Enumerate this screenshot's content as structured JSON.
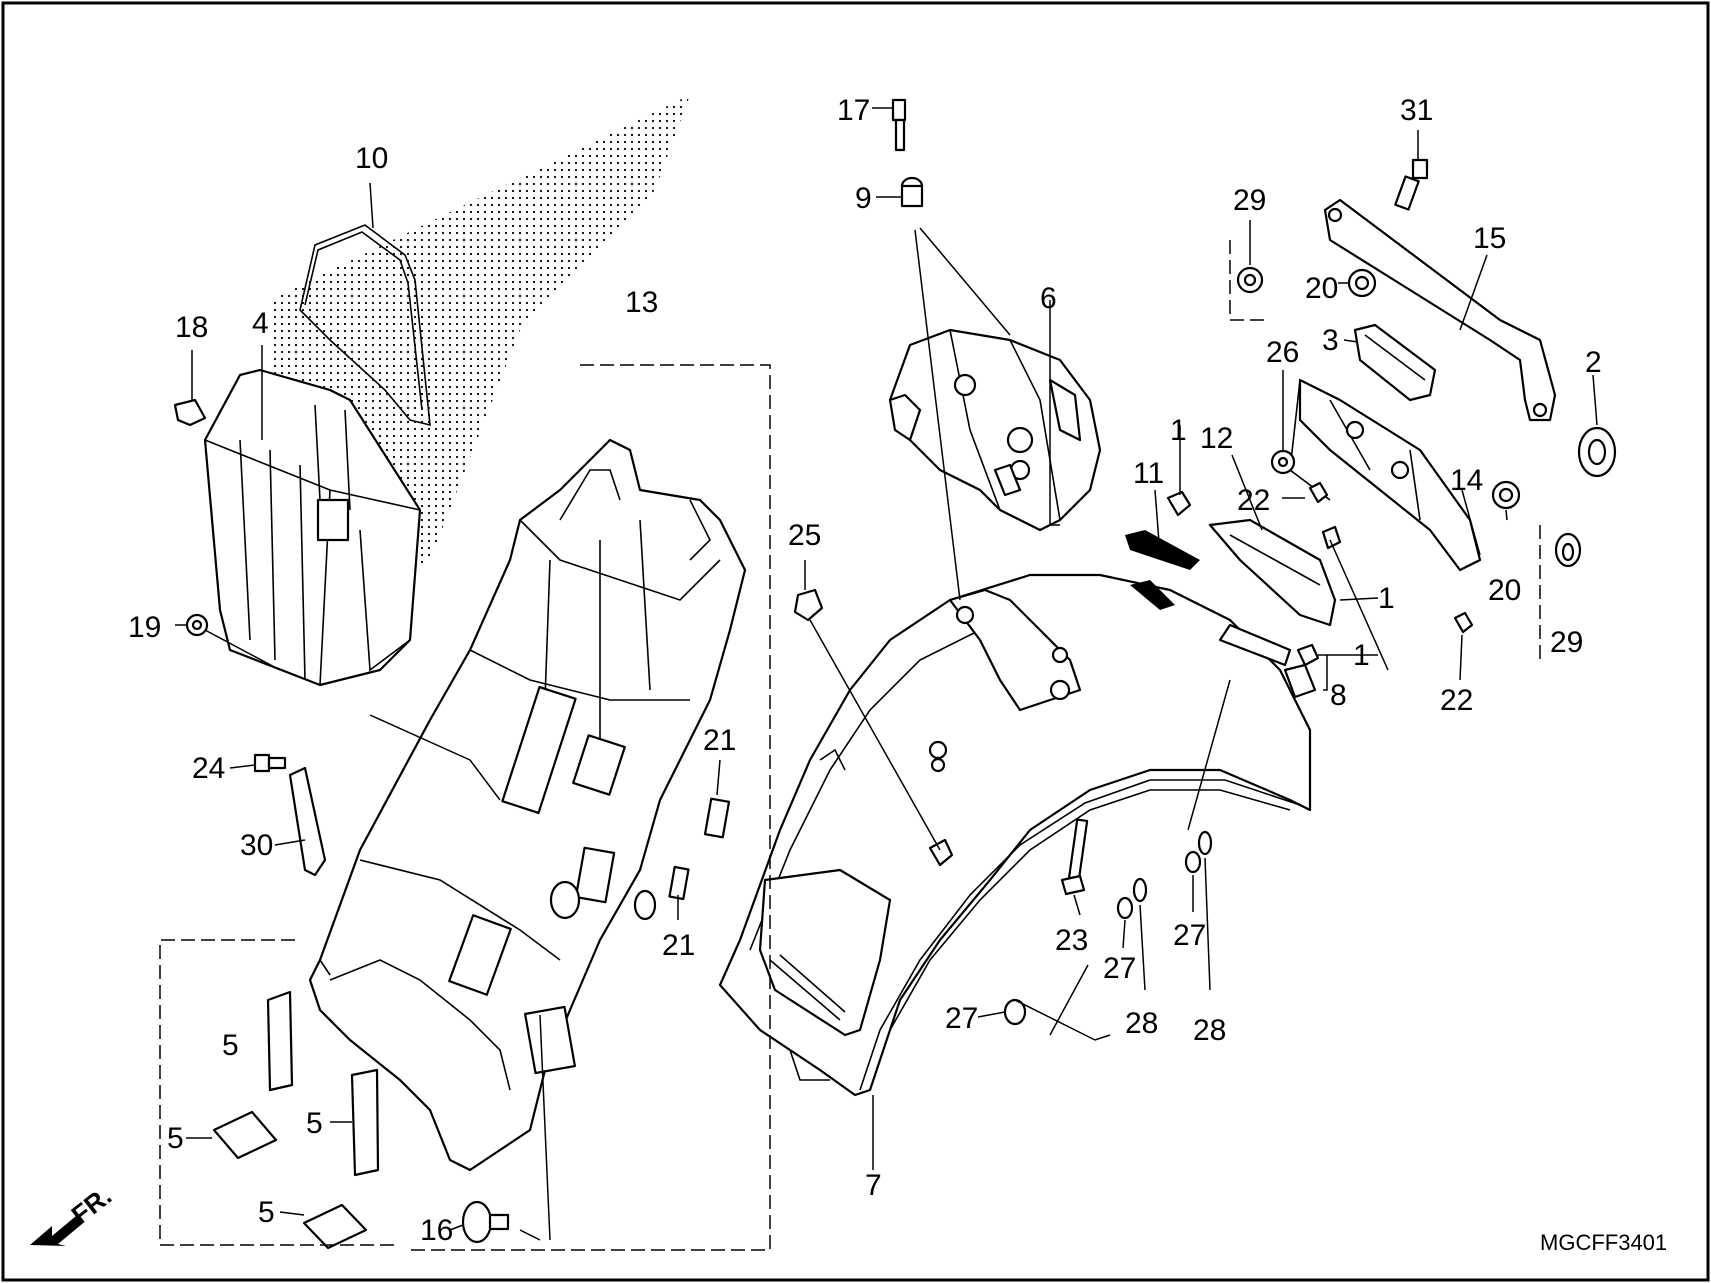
{
  "diagram": {
    "code": "MGCFF3401",
    "front_marker": "FR.",
    "callouts": [
      {
        "id": "c-17",
        "label": "17"
      },
      {
        "id": "c-9",
        "label": "9"
      },
      {
        "id": "c-10",
        "label": "10"
      },
      {
        "id": "c-31",
        "label": "31"
      },
      {
        "id": "c-29a",
        "label": "29"
      },
      {
        "id": "c-15",
        "label": "15"
      },
      {
        "id": "c-20a",
        "label": "20"
      },
      {
        "id": "c-6",
        "label": "6"
      },
      {
        "id": "c-13",
        "label": "13"
      },
      {
        "id": "c-18",
        "label": "18"
      },
      {
        "id": "c-4",
        "label": "4"
      },
      {
        "id": "c-3",
        "label": "3"
      },
      {
        "id": "c-26",
        "label": "26"
      },
      {
        "id": "c-2",
        "label": "2"
      },
      {
        "id": "c-1a",
        "label": "1"
      },
      {
        "id": "c-12",
        "label": "12"
      },
      {
        "id": "c-11",
        "label": "11"
      },
      {
        "id": "c-22a",
        "label": "22"
      },
      {
        "id": "c-14",
        "label": "14"
      },
      {
        "id": "c-25",
        "label": "25"
      },
      {
        "id": "c-20b",
        "label": "20"
      },
      {
        "id": "c-1b",
        "label": "1"
      },
      {
        "id": "c-29b",
        "label": "29"
      },
      {
        "id": "c-19",
        "label": "19"
      },
      {
        "id": "c-1c",
        "label": "1"
      },
      {
        "id": "c-8",
        "label": "8"
      },
      {
        "id": "c-22b",
        "label": "22"
      },
      {
        "id": "c-24",
        "label": "24"
      },
      {
        "id": "c-21a",
        "label": "21"
      },
      {
        "id": "c-30",
        "label": "30"
      },
      {
        "id": "c-21b",
        "label": "21"
      },
      {
        "id": "c-23",
        "label": "23"
      },
      {
        "id": "c-27a",
        "label": "27"
      },
      {
        "id": "c-27b",
        "label": "27"
      },
      {
        "id": "c-27c",
        "label": "27"
      },
      {
        "id": "c-28a",
        "label": "28"
      },
      {
        "id": "c-28b",
        "label": "28"
      },
      {
        "id": "c-5a",
        "label": "5"
      },
      {
        "id": "c-5b",
        "label": "5"
      },
      {
        "id": "c-5c",
        "label": "5"
      },
      {
        "id": "c-5d",
        "label": "5"
      },
      {
        "id": "c-7",
        "label": "7"
      },
      {
        "id": "c-16",
        "label": "16"
      }
    ]
  }
}
